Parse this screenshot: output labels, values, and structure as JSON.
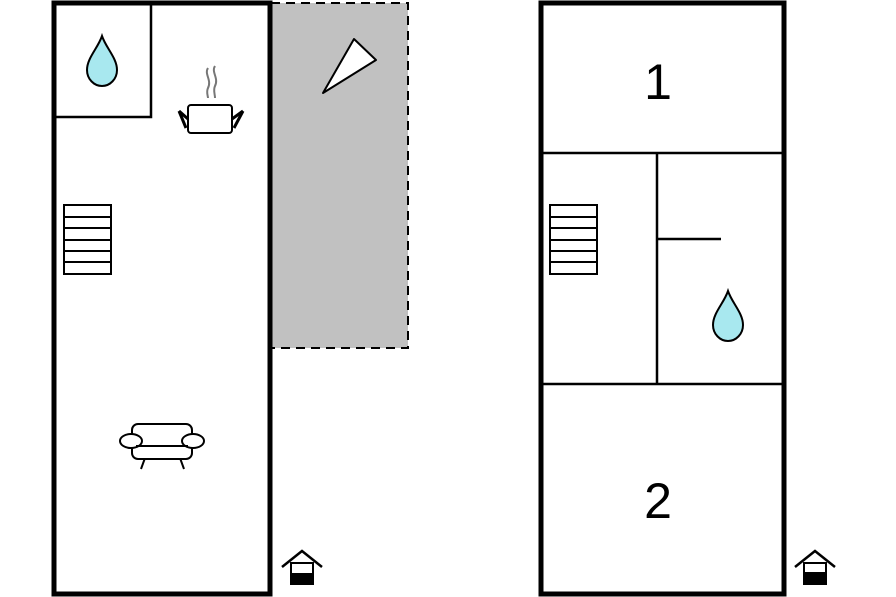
{
  "floors": [
    {
      "rooms": [
        {
          "kind": "bathroom",
          "icon": "water-drop-icon"
        },
        {
          "kind": "kitchen",
          "icon": "cooking-pot-icon"
        },
        {
          "kind": "stairs",
          "icon": "stairs-icon"
        },
        {
          "kind": "living-room",
          "icon": "sofa-icon"
        },
        {
          "kind": "terrace",
          "icon": "sun-umbrella-icon"
        }
      ],
      "floor_indicator": "house-ground-floor-icon"
    },
    {
      "rooms": [
        {
          "kind": "bedroom",
          "label": "1"
        },
        {
          "kind": "stairs",
          "icon": "stairs-icon"
        },
        {
          "kind": "bathroom",
          "icon": "water-drop-icon"
        },
        {
          "kind": "bedroom",
          "label": "2"
        }
      ],
      "floor_indicator": "house-upper-floor-icon"
    }
  ],
  "colors": {
    "wall": "#000000",
    "terrace_fill": "#c1c1c1",
    "water": "#a8e8ef",
    "background": "#ffffff"
  }
}
